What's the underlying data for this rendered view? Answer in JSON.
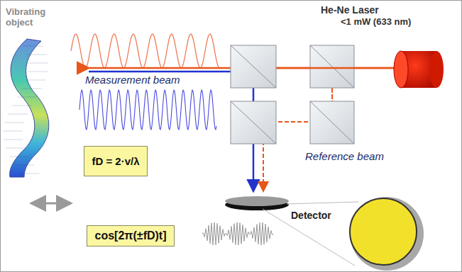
{
  "diagram": {
    "nodes": [
      {
        "text": [
          "fD = 2·v/λ"
        ]
      },
      {
        "text": [
          "cos[2π(±fD)t]"
        ]
      }
    ],
    "labels": [
      "Vibrating object",
      "He-Ne Laser",
      "<1 mW (633 nm)",
      "Measurement beam",
      "Reference beam",
      "Detector"
    ]
  }
}
